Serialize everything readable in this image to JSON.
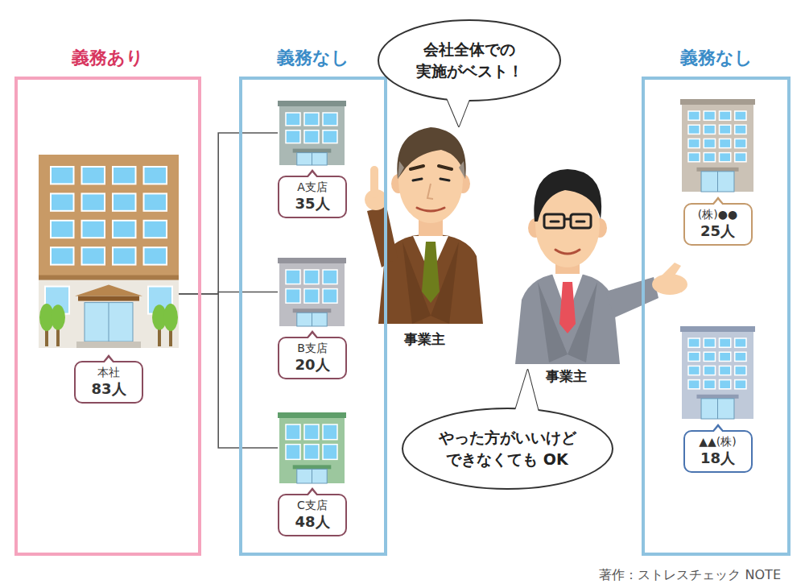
{
  "diagram": {
    "nodes": [
      {
        "text": [
          "義務あり"
        ]
      },
      {
        "text": [
          "本社",
          "83人"
        ],
        "in": 0
      },
      {
        "text": [
          "義務なし"
        ]
      },
      {
        "text": [
          "A支店",
          "35人"
        ],
        "in": 2
      },
      {
        "text": [
          "B支店",
          "20人"
        ],
        "in": 2
      },
      {
        "text": [
          "C支店",
          "48人"
        ],
        "in": 2
      },
      {
        "text": [
          "義務なし"
        ]
      },
      {
        "text": [
          "(株)●●",
          "25人"
        ],
        "in": 6
      },
      {
        "text": [
          "▲▲(株)",
          "18人"
        ],
        "in": 6
      },
      {
        "text": [
          "会社全体での 実施がベスト！"
        ]
      },
      {
        "text": [
          "やった方がいいけど できなくても OK"
        ]
      }
    ],
    "edges": [
      {
        "from": 1,
        "to": 3,
        "arrow": "none"
      },
      {
        "from": 1,
        "to": 4,
        "arrow": "none"
      },
      {
        "from": 1,
        "to": 5,
        "arrow": "none"
      }
    ],
    "labels": [
      "事業主",
      "事業主",
      "著作：ストレスチェック NOTE"
    ]
  }
}
